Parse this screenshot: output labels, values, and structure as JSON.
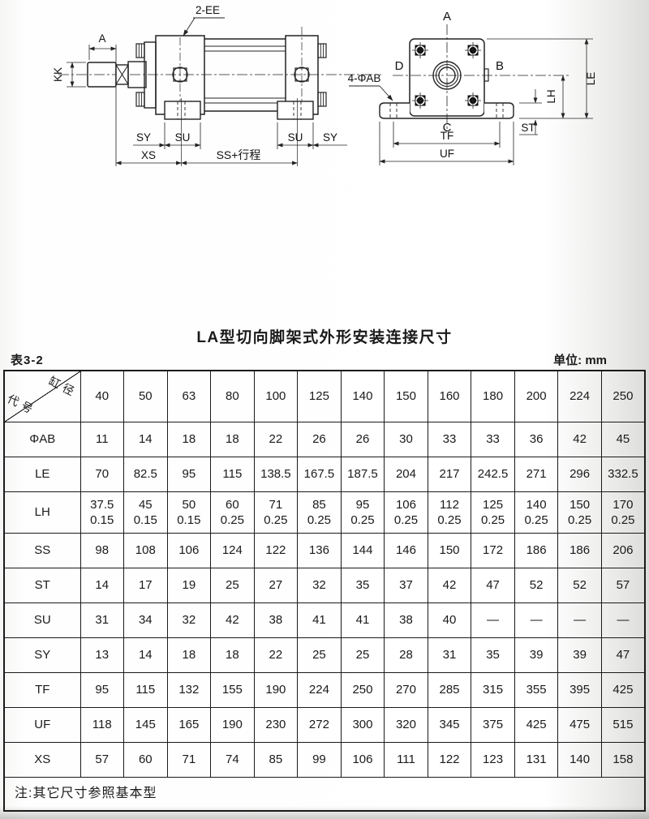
{
  "page": {
    "title": "LA型切向脚架式外形安装连接尺寸",
    "table_number": "表3-2",
    "unit_label": "单位: mm",
    "note": "注:其它尺寸参照基本型"
  },
  "drawing": {
    "side_view": {
      "port_label": "2-EE",
      "dim_a": "A",
      "dim_kk": "KK",
      "dim_sy_left": "SY",
      "dim_su_left": "SU",
      "dim_su_right": "SU",
      "dim_sy_right": "SY",
      "dim_xs": "XS",
      "dim_ss_stroke": "SS+行程"
    },
    "end_view": {
      "label_top": "A",
      "label_right": "B",
      "label_bottom": "C",
      "label_left": "D",
      "holes_label": "4-ΦAB",
      "dim_tf": "TF",
      "dim_uf": "UF",
      "dim_le": "LE",
      "dim_lh": "LH",
      "dim_st": "ST"
    }
  },
  "table": {
    "corner": {
      "top_right": "缸径",
      "bottom_left": "代号"
    },
    "bore_columns": [
      "40",
      "50",
      "63",
      "80",
      "100",
      "125",
      "140",
      "150",
      "160",
      "180",
      "200",
      "224",
      "250"
    ],
    "rows": [
      {
        "label": "ΦAB",
        "values": [
          "11",
          "14",
          "18",
          "18",
          "22",
          "26",
          "26",
          "30",
          "33",
          "33",
          "36",
          "42",
          "45"
        ]
      },
      {
        "label": "LE",
        "values": [
          "70",
          "82.5",
          "95",
          "115",
          "138.5",
          "167.5",
          "187.5",
          "204",
          "217",
          "242.5",
          "271",
          "296",
          "332.5"
        ]
      },
      {
        "label": "LH",
        "tall": true,
        "values": [
          "37.5\n0.15",
          "45\n0.15",
          "50\n0.15",
          "60\n0.25",
          "71\n0.25",
          "85\n0.25",
          "95\n0.25",
          "106\n0.25",
          "112\n0.25",
          "125\n0.25",
          "140\n0.25",
          "150\n0.25",
          "170\n0.25"
        ]
      },
      {
        "label": "SS",
        "values": [
          "98",
          "108",
          "106",
          "124",
          "122",
          "136",
          "144",
          "146",
          "150",
          "172",
          "186",
          "186",
          "206"
        ]
      },
      {
        "label": "ST",
        "values": [
          "14",
          "17",
          "19",
          "25",
          "27",
          "32",
          "35",
          "37",
          "42",
          "47",
          "52",
          "52",
          "57"
        ]
      },
      {
        "label": "SU",
        "values": [
          "31",
          "34",
          "32",
          "42",
          "38",
          "41",
          "41",
          "38",
          "40",
          "—",
          "—",
          "—",
          "—"
        ]
      },
      {
        "label": "SY",
        "values": [
          "13",
          "14",
          "18",
          "18",
          "22",
          "25",
          "25",
          "28",
          "31",
          "35",
          "39",
          "39",
          "47"
        ]
      },
      {
        "label": "TF",
        "values": [
          "95",
          "115",
          "132",
          "155",
          "190",
          "224",
          "250",
          "270",
          "285",
          "315",
          "355",
          "395",
          "425"
        ]
      },
      {
        "label": "UF",
        "values": [
          "118",
          "145",
          "165",
          "190",
          "230",
          "272",
          "300",
          "320",
          "345",
          "375",
          "425",
          "475",
          "515"
        ]
      },
      {
        "label": "XS",
        "values": [
          "57",
          "60",
          "71",
          "74",
          "85",
          "99",
          "106",
          "111",
          "122",
          "123",
          "131",
          "140",
          "158"
        ]
      }
    ]
  }
}
